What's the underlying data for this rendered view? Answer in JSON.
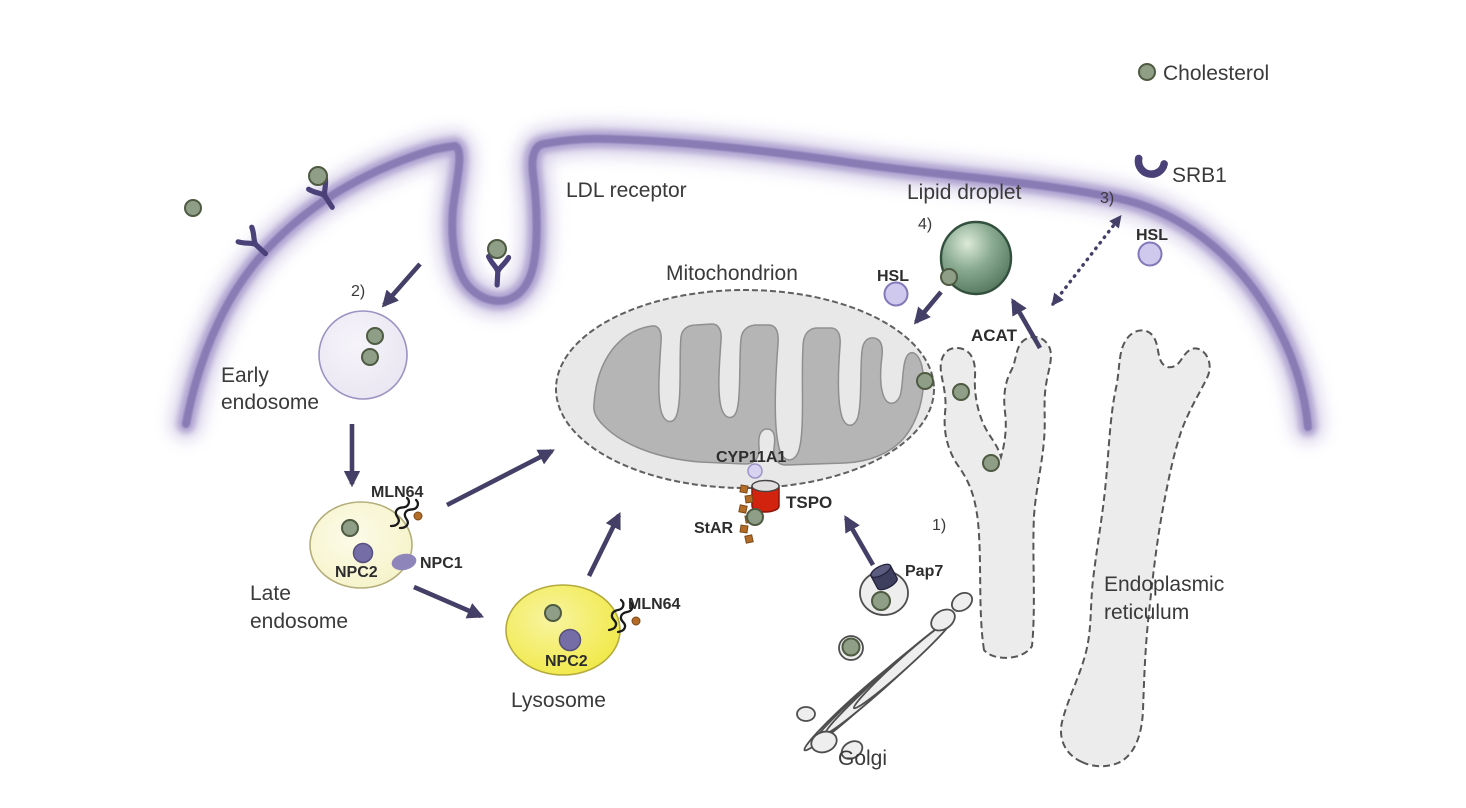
{
  "legend": {
    "cholesterol": "Cholesterol"
  },
  "membrane": {
    "ldl_receptor": "LDL receptor",
    "srb1": "SRB1"
  },
  "steps": {
    "s1": "1)",
    "s2": "2)",
    "s3": "3)",
    "s4": "4)"
  },
  "endosomes": {
    "early_line1": "Early",
    "early_line2": "endosome",
    "late_line1": "Late",
    "late_line2": "endosome",
    "lysosome": "Lysosome",
    "mln64_late": "MLN64",
    "mln64_lysosome": "MLN64",
    "npc1": "NPC1",
    "npc2_late": "NPC2",
    "npc2_lysosome": "NPC2"
  },
  "mitochondrion": {
    "label": "Mitochondrion",
    "cyp11a1": "CYP11A1",
    "tspo": "TSPO",
    "star": "StAR"
  },
  "lipid_droplet": {
    "label": "Lipid droplet",
    "hsl_left": "HSL",
    "hsl_right": "HSL",
    "acat": "ACAT"
  },
  "golgi": {
    "label": "Golgi",
    "pap7": "Pap7"
  },
  "er": {
    "line1": "Endoplasmic",
    "line2": "reticulum"
  },
  "colors": {
    "membrane_core": "#897cb5",
    "membrane_mid": "#a99dcd",
    "membrane_glow": "#beb3da",
    "receptor_purple": "#4a4178",
    "chol_fill": "#8f9e86",
    "chol_stroke": "#4e5a42",
    "early_fill": "#e9e5f2",
    "early_center": "#f6f4fa",
    "early_stroke": "#9c93c3",
    "late_fill": "#f5f2c6",
    "late_center": "#fcfbe8",
    "late_stroke": "#b3ae7a",
    "lyso_fill": "#f0e83e",
    "lyso_center": "#f8f4a0",
    "lyso_stroke": "#b4ab3c",
    "npc2_fill": "#756da5",
    "npc2_stroke": "#57507f",
    "npc1_fill": "#8e86bb",
    "hsl_fill": "#cfc9ee",
    "hsl_stroke": "#8279b8",
    "cyp_fill": "#d8d3f0",
    "cyp_stroke": "#9d94c8",
    "mito_fill": "#e8e8e8",
    "mito_stroke": "#606060",
    "cristae_fill": "#b5b5b5",
    "cristae_stroke": "#8f8f8f",
    "droplet_edge": "#4c6f57",
    "droplet_mid": "#8aab91",
    "droplet_light": "#dcead7",
    "droplet_stroke": "#33503e",
    "tspo_red": "#d2230f",
    "tspo_dark": "#8c150a",
    "tspo_top": "#e2dfe0",
    "star_orange": "#b36c28",
    "star_stroke": "#7c4a18",
    "pap7_navy": "#3e3e5e",
    "pap7_top": "#5c5c80",
    "squiggle_black": "#1a1a1a",
    "golgi_fill": "#efeeee",
    "golgi_stroke": "#4e4e4e",
    "er_fill": "#ececec",
    "er_stroke": "#565656",
    "arrow": "#433f66",
    "text_main": "#3a3a3a",
    "text_protein": "#2d2d2d"
  }
}
